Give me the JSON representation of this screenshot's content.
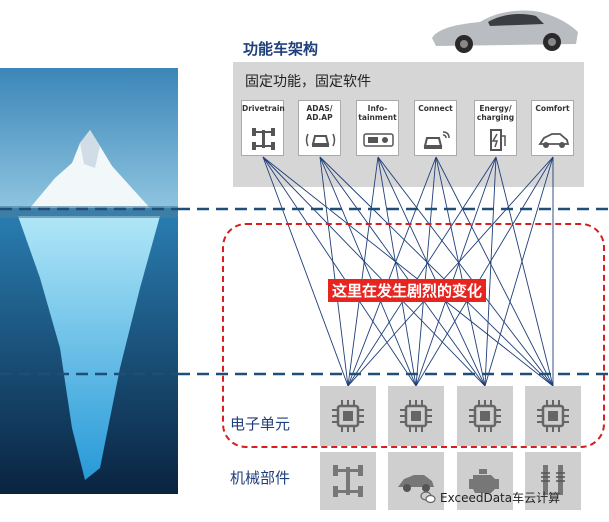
{
  "title": "功能车架构",
  "panel_subtitle": "固定功能，固定软件",
  "functions": [
    {
      "label": "Drivetrain",
      "icon": "drivetrain-icon"
    },
    {
      "label": "ADAS/\nAD.AP",
      "icon": "adas-car-icon"
    },
    {
      "label": "Info-\ntainment",
      "icon": "infotainment-icon"
    },
    {
      "label": "Connect",
      "icon": "connect-car-icon"
    },
    {
      "label": "Energy/\ncharging",
      "icon": "charging-icon"
    },
    {
      "label": "Comfort",
      "icon": "comfort-car-icon"
    }
  ],
  "change_label": "这里在发生剧烈的变化",
  "row_electronic": "电子单元",
  "row_mechanical": "机械部件",
  "watermark": "ExceedData车云计算",
  "colors": {
    "title": "#1f3f7a",
    "dash_line": "#1f4e79",
    "change": "#e8241f",
    "panel": "#d6d6d6",
    "lines": "#1f3f7a"
  }
}
